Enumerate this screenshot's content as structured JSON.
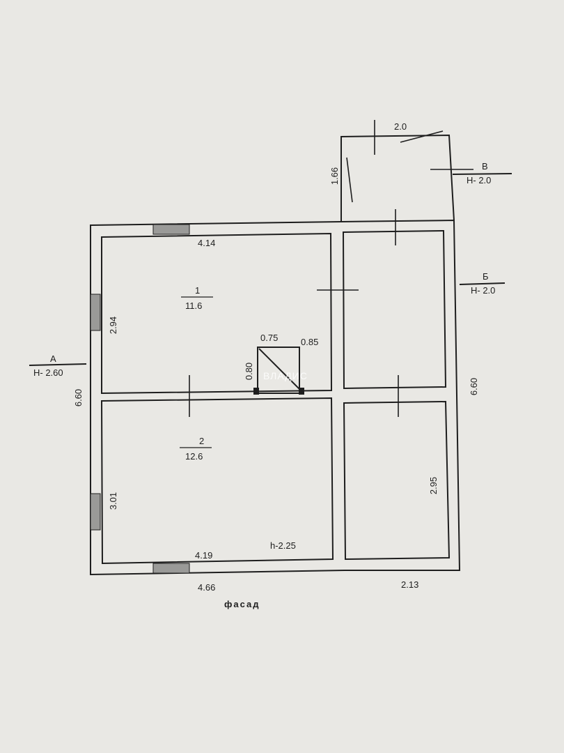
{
  "plan": {
    "rooms": [
      {
        "number": "1",
        "area": "11.6",
        "dim_width": "4.14",
        "dim_height": "2.94"
      },
      {
        "number": "2",
        "area": "12.6",
        "dim_width": "4.19",
        "dim_height": "3.01"
      }
    ],
    "right_room_height": "2.95",
    "stove": {
      "width": "0.75",
      "depth": "0.85",
      "height": "0.80"
    },
    "ceiling_height": "h-2.25",
    "overall": {
      "width_main": "4.66",
      "width_annex": "2.13",
      "depth_left": "6.60",
      "depth_right": "6.60"
    },
    "porch": {
      "width": "2.0",
      "depth": "1.66"
    },
    "sections": [
      {
        "letter": "А",
        "height": "Н- 2.60"
      },
      {
        "letter": "Б",
        "height": "Н- 2.0"
      },
      {
        "letter": "В",
        "height": "Н- 2.0"
      }
    ],
    "facade_label": "фасад",
    "watermark": "ВЛАДИС"
  },
  "colors": {
    "paper": "#e9e8e4",
    "ink": "#1e1e1e"
  }
}
